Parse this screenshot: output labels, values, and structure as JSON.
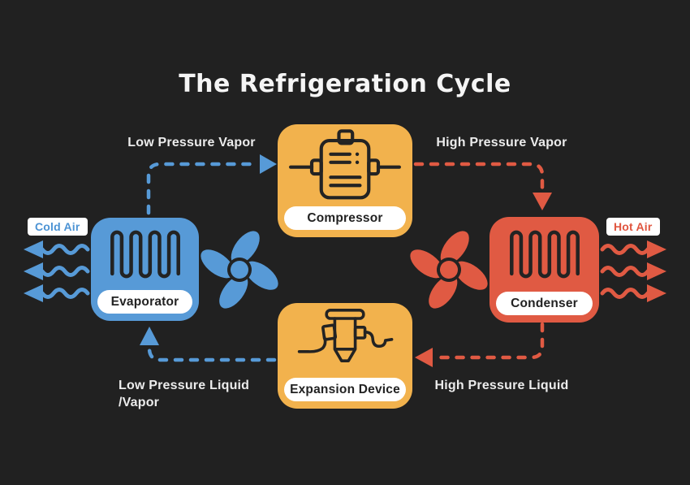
{
  "title": "The Refrigeration Cycle",
  "colors": {
    "background": "#212121",
    "blue": "#579AD7",
    "red": "#E05A43",
    "orange": "#F2B24D",
    "white": "#FFFFFF",
    "icon_stroke": "#232323"
  },
  "stations": {
    "compressor": {
      "label": "Compressor",
      "color": "#F2B24D"
    },
    "condenser": {
      "label": "Condenser",
      "color": "#E05A43"
    },
    "evaporator": {
      "label": "Evaporator",
      "color": "#579AD7"
    },
    "expansion_device": {
      "label": "Expansion Device",
      "color": "#F2B24D"
    }
  },
  "flows": {
    "low_pressure_vapor": "Low Pressure Vapor",
    "high_pressure_vapor": "High Pressure Vapor",
    "high_pressure_liquid": "High Pressure Liquid",
    "low_pressure_liquid_line1": "Low Pressure Liquid",
    "low_pressure_liquid_line2": "/Vapor"
  },
  "air": {
    "cold": "Cold Air",
    "hot": "Hot Air"
  },
  "icons": [
    "compressor-icon",
    "condenser-coil-icon",
    "evaporator-coil-icon",
    "expansion-valve-icon",
    "fan-icon-blue",
    "fan-icon-red"
  ]
}
